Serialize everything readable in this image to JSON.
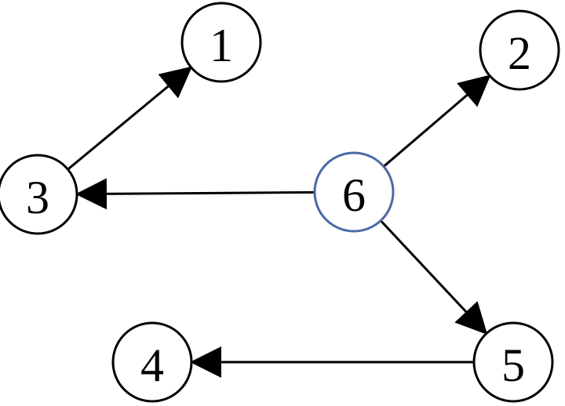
{
  "diagram": {
    "nodes": [
      {
        "id": "1",
        "label": "1",
        "stroke": "#000000"
      },
      {
        "id": "2",
        "label": "2",
        "stroke": "#000000"
      },
      {
        "id": "3",
        "label": "3",
        "stroke": "#000000"
      },
      {
        "id": "4",
        "label": "4",
        "stroke": "#000000"
      },
      {
        "id": "5",
        "label": "5",
        "stroke": "#000000"
      },
      {
        "id": "6",
        "label": "6",
        "stroke": "#4a6aa5"
      }
    ],
    "edges": [
      {
        "from": "3",
        "to": "1"
      },
      {
        "from": "6",
        "to": "2"
      },
      {
        "from": "6",
        "to": "3"
      },
      {
        "from": "6",
        "to": "5"
      },
      {
        "from": "5",
        "to": "4"
      }
    ],
    "edge_color": "#000000",
    "background": "#ffffff"
  }
}
